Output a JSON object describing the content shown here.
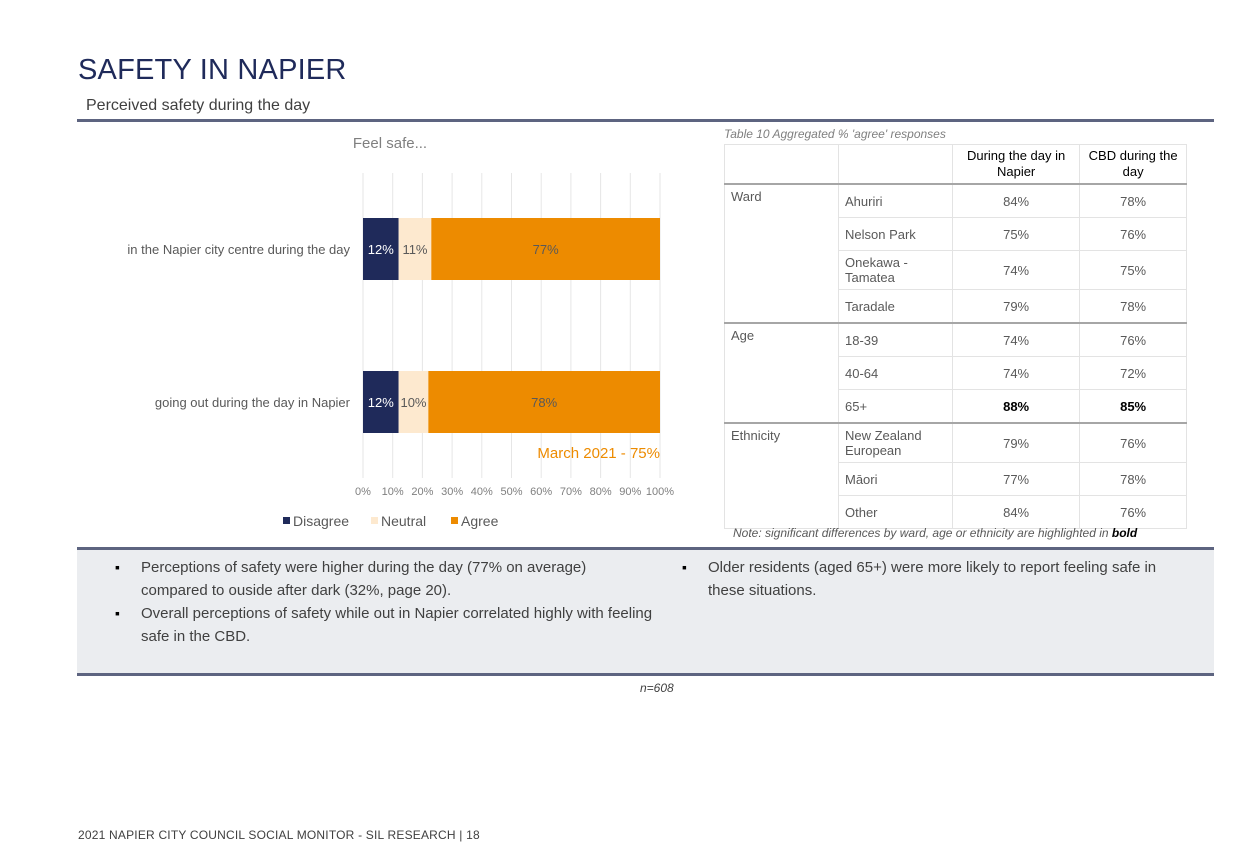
{
  "page": {
    "title": "SAFETY IN NAPIER",
    "subtitle": "Perceived safety during the day",
    "footer": "2021 NAPIER CITY COUNCIL SOCIAL MONITOR - SIL RESEARCH | 18",
    "sample": "n=608"
  },
  "chart_data": {
    "type": "bar",
    "orientation": "horizontal",
    "stacked": true,
    "title": "Feel safe...",
    "categories": [
      "in the Napier city centre during the day",
      "going out during the day in Napier"
    ],
    "series": [
      {
        "name": "Disagree",
        "values": [
          12,
          12
        ],
        "labels": [
          "12%",
          "12%"
        ],
        "color": "#1f2a5a"
      },
      {
        "name": "Neutral",
        "values": [
          11,
          10
        ],
        "labels": [
          "11%",
          "10%"
        ],
        "color": "#fde9cf"
      },
      {
        "name": "Agree",
        "values": [
          77,
          78
        ],
        "labels": [
          "77%",
          "78%"
        ],
        "color": "#ed8b00"
      }
    ],
    "xlim": [
      0,
      100
    ],
    "x_ticks": [
      "0%",
      "10%",
      "20%",
      "30%",
      "40%",
      "50%",
      "60%",
      "70%",
      "80%",
      "90%",
      "100%"
    ],
    "grid": true,
    "legend_position": "bottom",
    "annotation": "March 2021 - 75%"
  },
  "table": {
    "caption": "Table 10 Aggregated % 'agree' responses",
    "headers": [
      "During the day in Napier",
      "CBD during the day"
    ],
    "groups": [
      {
        "name": "Ward",
        "rows": [
          {
            "label": "Ahuriri",
            "day": "84%",
            "cbd": "78%"
          },
          {
            "label": "Nelson Park",
            "day": "75%",
            "cbd": "76%"
          },
          {
            "label": "Onekawa - Tamatea",
            "day": "74%",
            "cbd": "75%"
          },
          {
            "label": "Taradale",
            "day": "79%",
            "cbd": "78%"
          }
        ]
      },
      {
        "name": "Age",
        "rows": [
          {
            "label": "18-39",
            "day": "74%",
            "cbd": "76%"
          },
          {
            "label": "40-64",
            "day": "74%",
            "cbd": "72%"
          },
          {
            "label": "65+",
            "day": "88%",
            "cbd": "85%",
            "bold": true
          }
        ]
      },
      {
        "name": "Ethnicity",
        "rows": [
          {
            "label": "New Zealand European",
            "day": "79%",
            "cbd": "76%"
          },
          {
            "label": "Māori",
            "day": "77%",
            "cbd": "78%"
          },
          {
            "label": "Other",
            "day": "84%",
            "cbd": "76%"
          }
        ]
      }
    ],
    "note_prefix": "Note: significant differences by ward, age or ethnicity are highlighted in",
    "note_bold": "bold"
  },
  "findings": {
    "left": [
      "Perceptions of safety were higher during the day (77% on average) compared to ouside after dark (32%, page 20).",
      "Overall perceptions of safety while out in Napier correlated highly with feeling safe in the CBD."
    ],
    "right": [
      "Older residents (aged 65+) were more likely to report feeling safe in these situations."
    ]
  }
}
